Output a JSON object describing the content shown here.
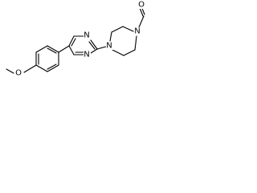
{
  "molecule": {
    "atoms": {
      "aldehyde_oxygen": "O",
      "piperazine_n_formyl": "N",
      "piperazine_n_aryl": "N",
      "pyrimidine_n_upper": "N",
      "pyrimidine_n_lower": "N",
      "methoxy_oxygen": "O"
    }
  }
}
